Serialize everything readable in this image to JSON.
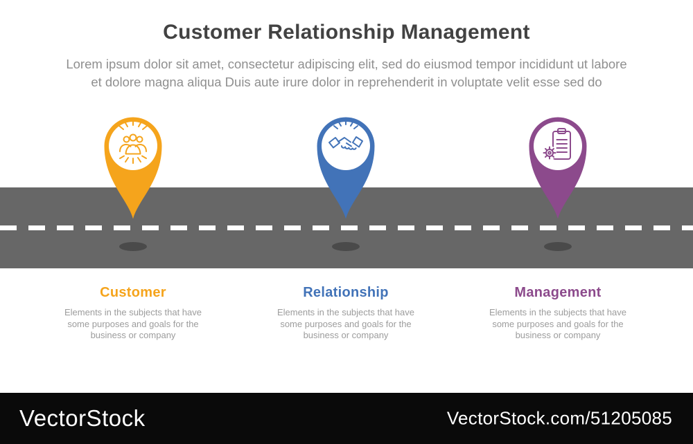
{
  "header": {
    "title": "Customer Relationship Management",
    "subtitle_line1": "Lorem ipsum dolor sit amet, consectetur adipiscing elit, sed do eiusmod tempor incididunt ut labore",
    "subtitle_line2": "et dolore magna aliqua Duis aute irure dolor in reprehenderit in voluptate velit esse sed do"
  },
  "items": [
    {
      "label": "Customer",
      "description": "Elements in the subjects that have some purposes and goals for the business or company",
      "color": "#F5A41C",
      "icon": "team-people-icon"
    },
    {
      "label": "Relationship",
      "description": "Elements in the subjects that have some purposes and goals for the business or company",
      "color": "#4273B8",
      "icon": "handshake-icon"
    },
    {
      "label": "Management",
      "description": "Elements in the subjects that have some purposes and goals for the business or company",
      "color": "#8C4A8C",
      "icon": "clipboard-gear-icon"
    }
  ],
  "road": {
    "color": "#676767",
    "dash_color": "#FFFFFF",
    "shadow_color": "#4A4A4A"
  },
  "footer": {
    "brand": "VectorStock",
    "credit": "VectorStock.com/51205085",
    "bg": "#0A0A0A"
  }
}
